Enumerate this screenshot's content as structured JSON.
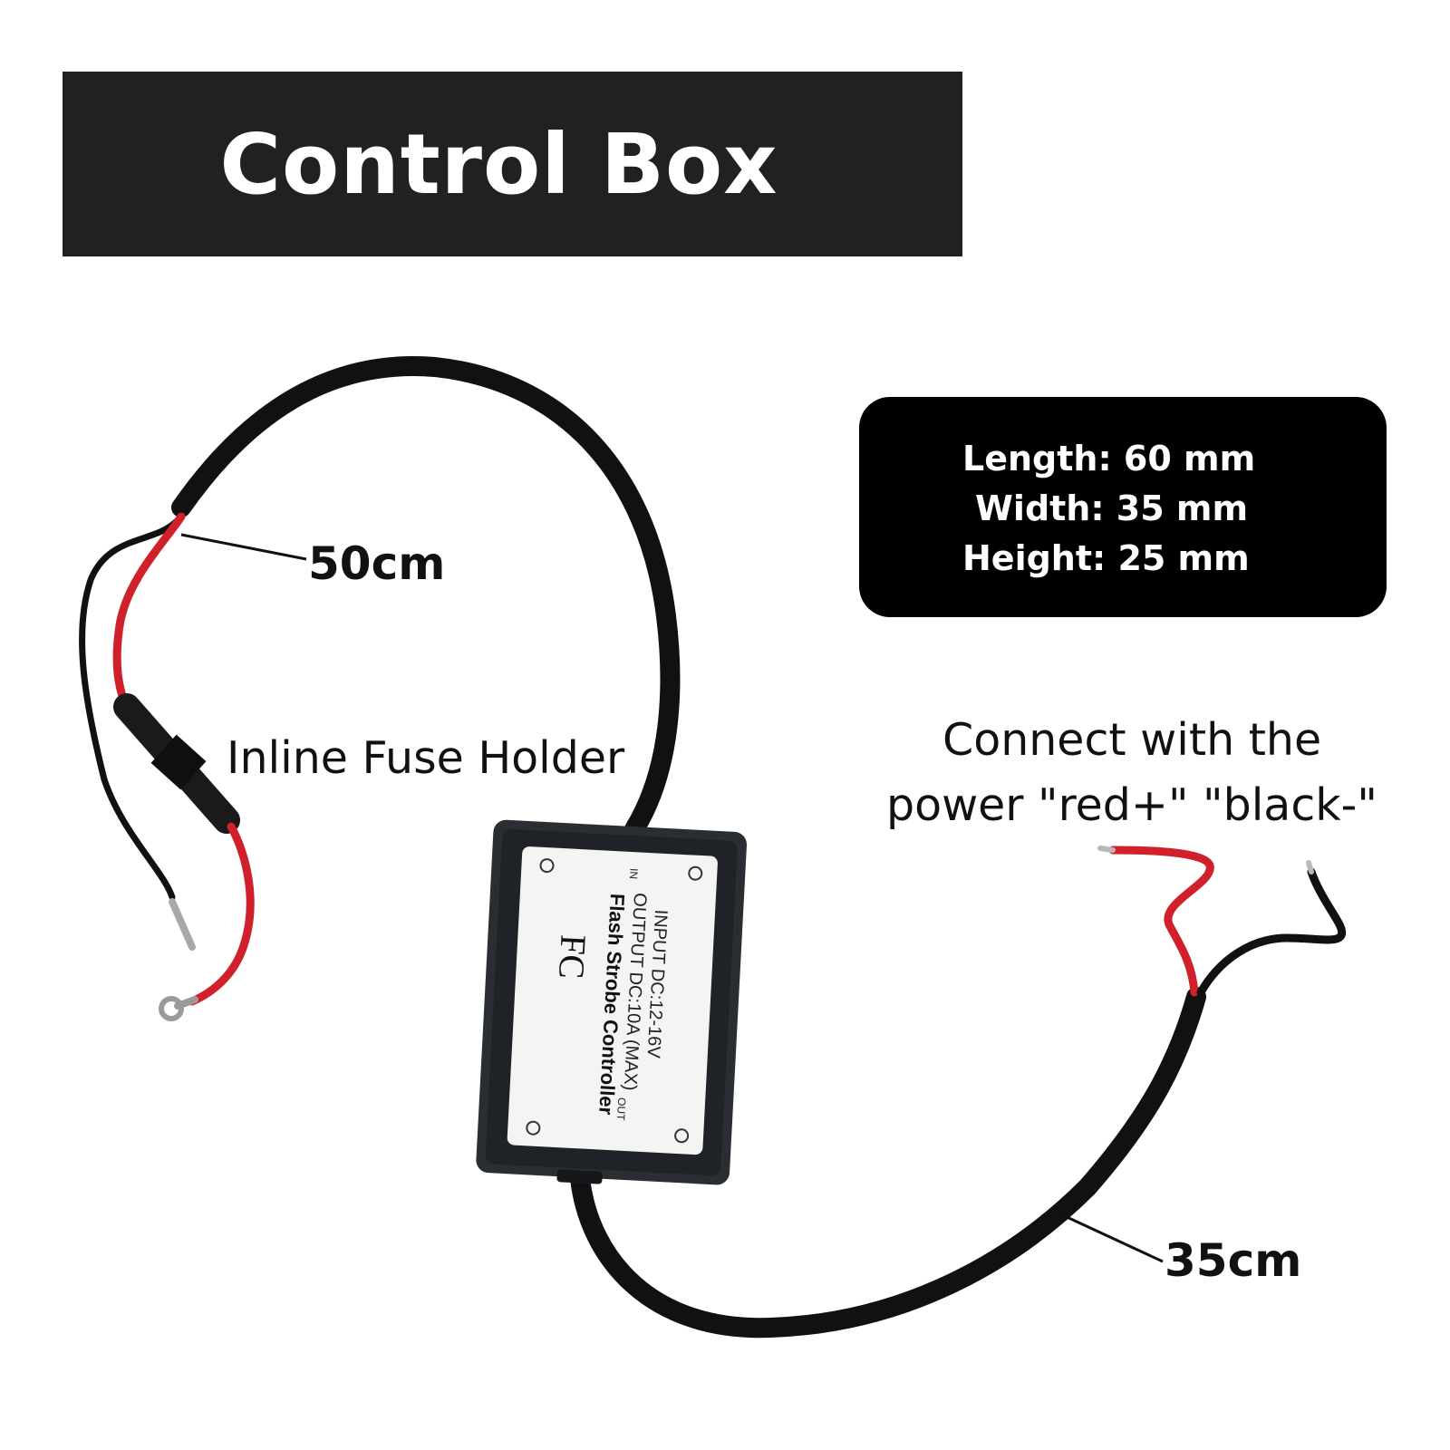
{
  "title": "Control Box",
  "dimensions": {
    "length": "Length: 60 mm",
    "width": "Width: 35 mm",
    "height": "Height: 25 mm"
  },
  "labels": {
    "input_cable_length": "50cm",
    "output_cable_length": "35cm",
    "fuse_holder": "Inline Fuse Holder",
    "connect_line1": "Connect with the",
    "connect_line2": "power \"red+\" \"black-\""
  },
  "device_label": {
    "input": "INPUT DC:12-16V",
    "output": "OUTPUT DC:10A (MAX)",
    "name": "Flash Strobe Controller",
    "in_mark": "IN",
    "out_mark": "OUT",
    "fcc_mark": "FC"
  },
  "colors": {
    "banner": "#222120",
    "cable_black": "#111111",
    "wire_red": "#d0202a",
    "box_body": "#2a2e33"
  }
}
